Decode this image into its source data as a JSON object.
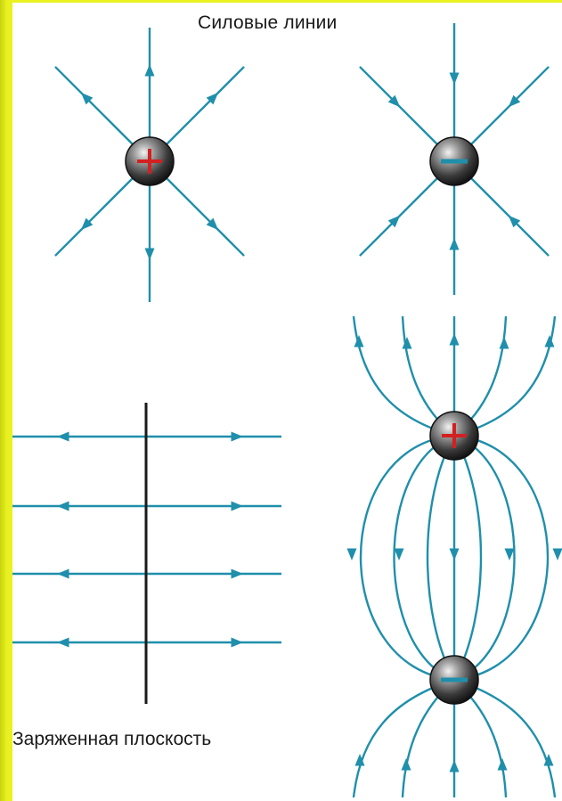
{
  "title": "Силовые линии",
  "plane_label": "Заряженная плоскость",
  "charges": [
    {
      "name": "positive-point-charge",
      "sign": "+"
    },
    {
      "name": "negative-point-charge",
      "sign": "-"
    },
    {
      "name": "dipole-positive-charge",
      "sign": "+"
    },
    {
      "name": "dipole-negative-charge",
      "sign": "-"
    }
  ],
  "colors": {
    "frame": "#e6ef1e",
    "background": "#ffffff",
    "field_line": "#1f8fab",
    "plane": "#1a1a1a",
    "plus_sign": "#d32020",
    "minus_sign": "#1f8fab",
    "charge_body": "#3a3a3a"
  }
}
